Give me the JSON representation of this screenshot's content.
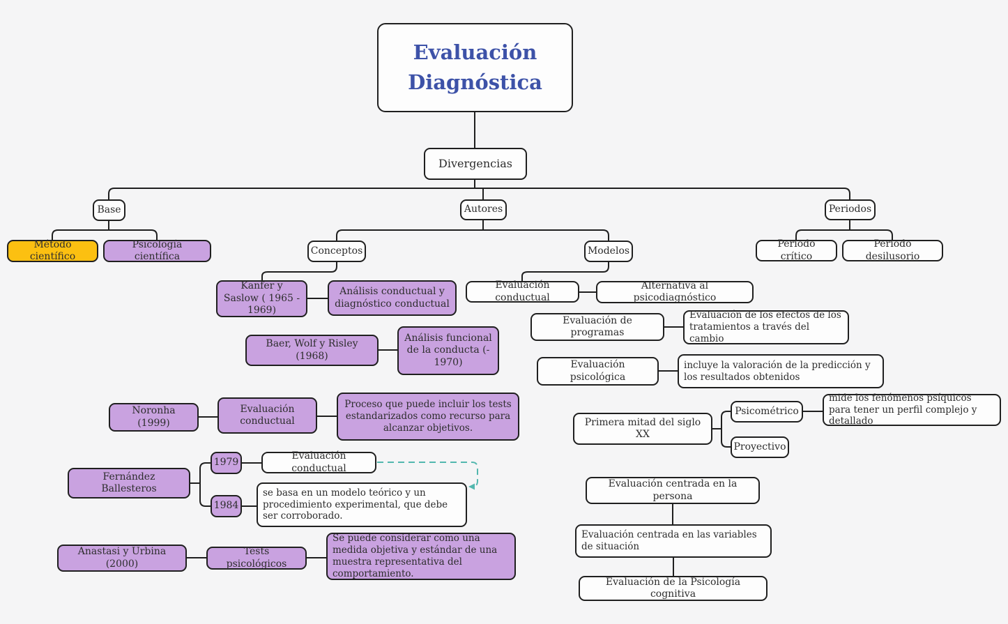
{
  "palette": {
    "background": "#f5f5f6",
    "node_border": "#1f1f1f",
    "node_fill_white": "#fdfdfd",
    "node_fill_purple": "#c9a2e0",
    "node_fill_orange": "#fcc011",
    "title_text_blue": "#3d52a8",
    "dashed_link_teal": "#52b7ae"
  },
  "nodes": {
    "title": {
      "label": "Evaluación Diagnóstica"
    },
    "divergencias": {
      "label": "Divergencias"
    },
    "base": {
      "label": "Base"
    },
    "autores": {
      "label": "Autores"
    },
    "periodos": {
      "label": "Periodos"
    },
    "metodo_cientifico": {
      "label": "Método científico"
    },
    "psicologia_cientifica": {
      "label": "Psicología científica"
    },
    "conceptos": {
      "label": "Conceptos"
    },
    "modelos": {
      "label": "Modelos"
    },
    "kanfer_saslow": {
      "label": "Kanfer y Saslow ( 1965 - 1969)"
    },
    "analisis_conductual": {
      "label": "Análisis conductual y diagnóstico conductual"
    },
    "baer_wolf_risley": {
      "label": "Baer, Wolf y Risley (1968)"
    },
    "analisis_funcional": {
      "label": "Análisis funcional de la conducta (- 1970)"
    },
    "noronha": {
      "label": "Noronha (1999)"
    },
    "evaluacion_conductual_noronha": {
      "label": "Evaluación conductual"
    },
    "proceso_tests": {
      "label": "Proceso que puede incluir los tests estandarizados como recurso para alcanzar objetivos."
    },
    "fernandez_ballesteros": {
      "label": "Fernández Ballesteros"
    },
    "anio_1979": {
      "label": "1979"
    },
    "evaluacion_conductual_1979": {
      "label": "Evaluación conductual"
    },
    "anio_1984": {
      "label": "1984"
    },
    "se_basa": {
      "label": "se basa en un modelo teórico y un procedimiento experimental, que debe ser corroborado."
    },
    "anastasi_urbina": {
      "label": "Anastasi y Urbina (2000)"
    },
    "tests_psicologicos": {
      "label": "Tests psicológicos"
    },
    "se_puede": {
      "label": "Se puede considerar como una medida objetiva y estándar de una muestra representativa del comportamiento."
    },
    "evaluacion_conductual_modelo": {
      "label": "Evaluación conductual"
    },
    "alternativa_psicodiagnostico": {
      "label": "Alternativa al psicodiagnóstico"
    },
    "evaluacion_programas": {
      "label": "Evaluación de programas"
    },
    "efectos_tratamientos": {
      "label": "Evaluación de los efectos de los tratamientos a través del cambio"
    },
    "evaluacion_psicologica": {
      "label": "Evaluación psicológica"
    },
    "incluye_valoracion": {
      "label": "incluye la valoración de la predicción y los resultados obtenidos"
    },
    "primera_mitad_siglo_xx": {
      "label": "Primera mitad del siglo XX"
    },
    "psicometrico": {
      "label": "Psicométrico"
    },
    "proyectivo": {
      "label": "Proyectivo"
    },
    "mide_fenomenos": {
      "label": "mide los fenómenos psíquicos para tener un perfil complejo y detallado"
    },
    "centrada_persona": {
      "label": "Evaluación centrada en la persona"
    },
    "centrada_variables": {
      "label": "Evaluación  centrada en las variables de situación"
    },
    "psicologia_cognitiva": {
      "label": "Evaluación de la Psicología cognitiva"
    },
    "periodo_critico": {
      "label": "Periodo crítico"
    },
    "periodo_desilusorio": {
      "label": "Periodo desilusorio"
    }
  }
}
